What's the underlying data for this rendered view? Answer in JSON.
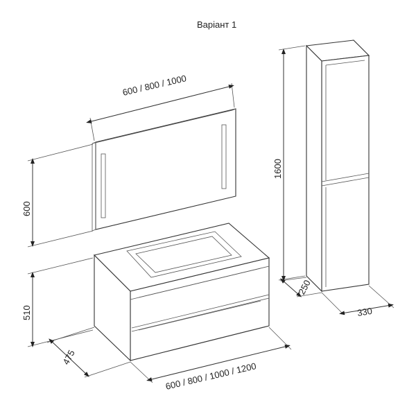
{
  "title": "Варіант 1",
  "dimensions": {
    "mirror_width": "600 / 800 / 1000",
    "mirror_height": "600",
    "cabinet_height": "510",
    "cabinet_depth": "475",
    "cabinet_width": "600 / 800 / 1000 / 1200",
    "column_height": "1600",
    "column_depth": "250",
    "column_width": "330"
  },
  "colors": {
    "line": "#333333",
    "background": "#ffffff"
  }
}
